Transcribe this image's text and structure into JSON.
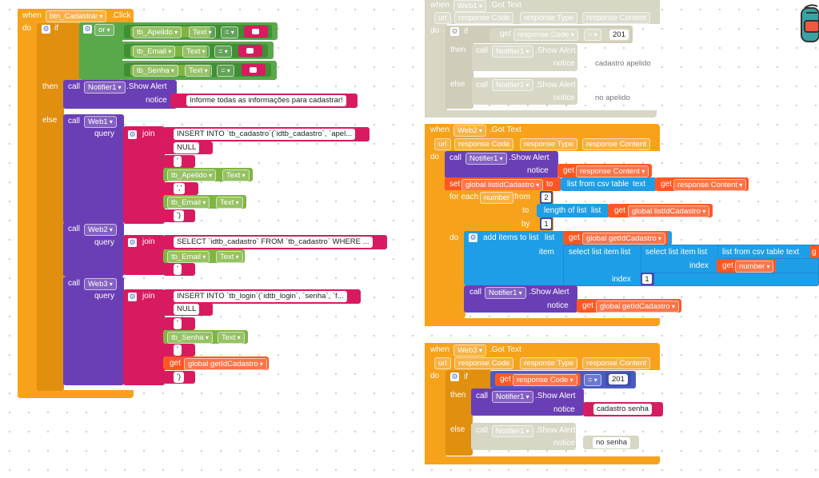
{
  "b1": {
    "when": "when",
    "component": "btn_Cadastrar",
    "event": ".Click",
    "do": "do",
    "if": "if",
    "or": "or",
    "then": "then",
    "else": "else",
    "conds": [
      {
        "comp": "tb_Apelido",
        "prop": "Text",
        "op": "="
      },
      {
        "comp": "tb_Email",
        "prop": "Text",
        "op": "="
      },
      {
        "comp": "tb_Senha",
        "prop": "Text",
        "op": "="
      }
    ],
    "call": "call",
    "notifier": "Notifier1",
    "show_alert": ".Show Alert",
    "notice": "notice",
    "notice_text": "Informe todas as informações para cadastrar!",
    "web1": "Web1",
    "web2": "Web2",
    "web3": "Web3",
    "query": "query",
    "join": "join",
    "q1": {
      "s1": "INSERT INTO `tb_cadastro`(`idtb_cadastro`, `apel...",
      "s2": "NULL",
      "s3": "'",
      "comp": "tb_Apelido",
      "prop": "Text",
      "s4": "','",
      "comp2": "tb_Email",
      "prop2": "Text",
      "s5": "')"
    },
    "q2": {
      "s1": "SELECT `idtb_cadastro` FROM `tb_cadastro` WHERE ...",
      "comp": "tb_Email",
      "prop": "Text",
      "s2": "'"
    },
    "q3": {
      "s1": "INSERT INTO `tb_login`(`idtb_login`, `senha`, `f...",
      "s2": "NULL",
      "s3": "'",
      "comp": "tb_Senha",
      "prop": "Text",
      "s4": "'",
      "get": "get",
      "var": "global getIdCadastro",
      "s5": "')"
    }
  },
  "b2": {
    "when": "when",
    "component": "Web1",
    "event": ".Got Text",
    "params": [
      "url",
      "response Code",
      "response Type",
      "response Content"
    ],
    "do": "do",
    "if": "if",
    "get": "get",
    "var": "response Code",
    "op": "=",
    "num": "201",
    "then": "then",
    "else": "else",
    "call": "call",
    "notifier": "Notifier1",
    "show_alert": ".Show Alert",
    "notice": "notice",
    "msg_then": "cadastro apelido",
    "msg_else": "no apelido"
  },
  "b3": {
    "when": "when",
    "component": "Web2",
    "event": ".Got Text",
    "params": [
      "url",
      "response Code",
      "response Type",
      "response Content"
    ],
    "do": "do",
    "call": "call",
    "notifier": "Notifier1",
    "show_alert": ".Show Alert",
    "notice": "notice",
    "get": "get",
    "resp": "response Content",
    "set": "set",
    "setvar": "global listIdCadastro",
    "to": "to",
    "csv": "list from csv table",
    "text": "text",
    "for_each": "for each",
    "fvar": "number",
    "from": "from",
    "from_val": "2",
    "to_lbl": "to",
    "length": "length of list",
    "list": "list",
    "getvar": "global listIdCadastro",
    "by": "by",
    "by_val": "1",
    "add_items": "add items to list",
    "gvar": "global getIdCadastro",
    "item": "item",
    "select": "select list item",
    "index": "index",
    "num_var": "number",
    "index_val": "1",
    "notice_var": "global getIdCadastro",
    "g": "g"
  },
  "b4": {
    "when": "when",
    "component": "Web3",
    "event": ".Got Text",
    "params": [
      "url",
      "response Code",
      "response Type",
      "response Content"
    ],
    "do": "do",
    "if": "if",
    "get": "get",
    "var": "response Code",
    "op": "=",
    "num": "201",
    "then": "then",
    "else": "else",
    "call": "call",
    "notifier": "Notifier1",
    "show_alert": ".Show Alert",
    "notice": "notice",
    "msg_then": "cadastro senha",
    "msg_else": "no senha"
  }
}
